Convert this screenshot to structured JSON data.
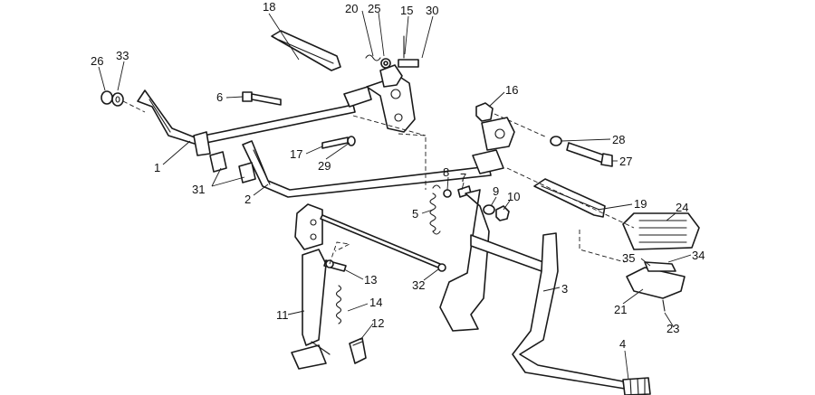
{
  "callouts": [
    "1",
    "2",
    "3",
    "4",
    "5",
    "6",
    "7",
    "8",
    "9",
    "10",
    "11",
    "12",
    "13",
    "14",
    "15",
    "16",
    "17",
    "18",
    "19",
    "20",
    "21",
    "23",
    "24",
    "25",
    "26",
    "27",
    "28",
    "29",
    "30",
    "31",
    "32",
    "33",
    "34",
    "35"
  ],
  "colors": {
    "ink": "#1a1a1a",
    "background": "#ffffff"
  }
}
